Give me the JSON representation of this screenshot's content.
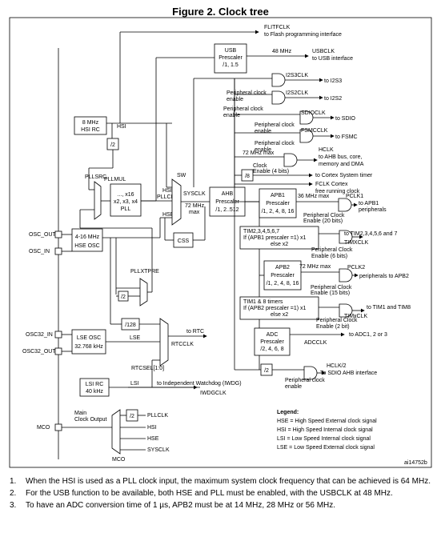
{
  "title": "Figure 2. Clock tree",
  "figure_id": "ai14752b",
  "footnotes": [
    {
      "num": "1.",
      "text": "When the HSI is used as a PLL clock input, the maximum system clock frequency that can be achieved is 64 MHz."
    },
    {
      "num": "2.",
      "text": "For the USB function to be available, both HSE and PLL must be enabled, with the USBCLK at 48 MHz."
    },
    {
      "num": "3.",
      "text": "To have an ADC conversion time of 1 µs, APB2 must be at 14 MHz, 28 MHz or 56 MHz."
    }
  ],
  "blocks": {
    "hsi_rc": [
      "8 MHz",
      "HSI RC"
    ],
    "hse_osc": [
      "4-16 MHz",
      "HSE OSC"
    ],
    "lse_osc": [
      "LSE OSC",
      "32.768 kHz"
    ],
    "lsi_rc": [
      "LSI RC",
      "40 kHz"
    ],
    "pll": [
      "PLLMUL",
      "..., x16",
      "x2, x3, x4",
      "PLL"
    ],
    "usb_prescaler": [
      "USB",
      "Prescaler",
      "/1, 1.5"
    ],
    "ahb_prescaler": [
      "AHB",
      "Prescaler",
      "/1, 2..512"
    ],
    "apb1_prescaler": [
      "APB1",
      "Prescaler",
      "/1, 2, 4, 8, 16"
    ],
    "apb2_prescaler": [
      "APB2",
      "Prescaler",
      "/1, 2, 4, 8, 16"
    ],
    "adc_prescaler": [
      "ADC",
      "Prescaler",
      "/2, 4, 6, 8"
    ],
    "css": "CSS",
    "tim2_box": [
      "TIM2,3,4,5,6,7",
      "If (APB1 prescaler =1) x1",
      "else  x2"
    ],
    "tim1_box": [
      "TIM1 & 8 timers",
      "If (APB2 prescaler =1) x1",
      "else x2"
    ],
    "div2_hsi": "/2",
    "div2_pllxtpre": "/2",
    "div128": "/128",
    "div8": "/8",
    "div2_sdio": "/2",
    "div2_mco": "/2"
  },
  "pins": [
    "OSC_OUT",
    "OSC_IN",
    "OSC32_IN",
    "OSC32_OUT",
    "MCO"
  ],
  "labels": {
    "flitfclk": "FLITFCLK",
    "flitfclk_desc": "to Flash programming interface",
    "mhz48": "48 MHz",
    "usbclk": "USBCLK",
    "usbclk_desc": "to USB interface",
    "i2s3clk": "I2S3CLK",
    "to_i2s3": "to I2S3",
    "i2s2clk": "I2S2CLK",
    "to_i2s2": "to I2S2",
    "sdioclk": "SDIOCLK",
    "to_sdio": "to SDIO",
    "fsmcclk": "FSMCCLK",
    "to_fsmc": "to FSMC",
    "periph_en_a": "Peripheral clock",
    "periph_en_b": "enable",
    "mhz72max": "72 MHz max",
    "hclk": "HCLK",
    "hclk_desc1": "to AHB bus, core,",
    "hclk_desc2": "memory and DMA",
    "clock_enable4": "Clock",
    "clock_enable4b": "Enable (4 bits)",
    "cortex_timer": "to Cortex System timer",
    "fclk": "FCLK Cortex",
    "fclk2": "free running clock",
    "mhz36max": "36 MHz max",
    "pclk1": "PCLK1",
    "pclk1_desc": "to APB1",
    "pclk1_desc2": "peripherals",
    "pce20": "Peripheral Clock",
    "pce20b": "Enable (20 bits)",
    "tim27_desc": "to TIM2,3,4,5,6 and 7",
    "timxclk": "TIMXCLK",
    "pce6": "Peripheral Clock",
    "pce6b": "Enable (6 bits)",
    "pclk2": "PCLK2",
    "pclk2_desc": "peripherals to APB2",
    "pce15": "Peripheral Clock",
    "pce15b": "Enable (15 bits)",
    "tim18_desc": "to TIM1 and TIM8",
    "timxclk2": "TIMxCLK",
    "pce2": "Peripheral Clock",
    "pce2b": "Enable (2 bit)",
    "adc_desc": "to ADC1, 2 or 3",
    "adcclk": "ADCCLK",
    "hclk2": "HCLK/2",
    "sdio_ahb": "To SDIO AHB interface",
    "hsi": "HSI",
    "hse": "HSE",
    "pllsrc": "PLLSRC",
    "pllclk": "PLLCLK",
    "sw": "SW",
    "sysclk": "SYSCLK",
    "mhz72": "72 MHz",
    "max": "max",
    "pllxtpre": "PLLXTPRE",
    "lse": "LSE",
    "to_rtc": "to RTC",
    "rtcclk": "RTCCLK",
    "rtcsel": "RTCSEL[1:0]",
    "lsi": "LSI",
    "iwdg_desc": "to Independent Watchdog (IWDG)",
    "iwdgclk": "IWDGCLK",
    "main_clock_output": "Main",
    "main_clock_output2": "Clock Output",
    "mco_pllclk": "PLLCLK",
    "mco_hsi": "HSI",
    "mco_hse": "HSE",
    "mco_sysclk": "SYSCLK",
    "mco_sel": "MCO"
  },
  "legend": {
    "heading": "Legend:",
    "items": [
      "HSE = High Speed External clock signal",
      "HSI = High Speed Internal clock signal",
      "LSI = Low Speed Internal clock signal",
      "LSE = Low Speed External clock signal"
    ]
  }
}
